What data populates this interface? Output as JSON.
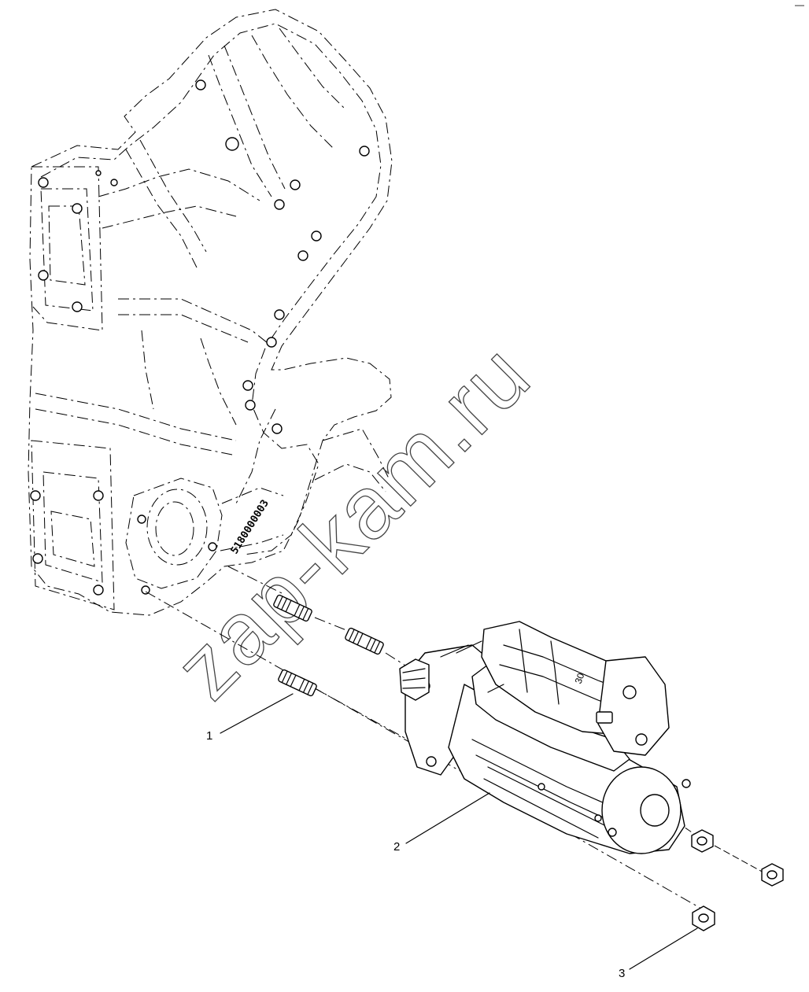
{
  "watermark": "zap-kam.ru",
  "housing_stamp": "5180000003",
  "starter_mark": "30",
  "corner_mark": "—",
  "callouts": [
    {
      "id": "callout-1",
      "label": "1"
    },
    {
      "id": "callout-2",
      "label": "2"
    },
    {
      "id": "callout-3",
      "label": "3"
    }
  ],
  "colors": {
    "line": "#000000",
    "background": "#ffffff",
    "watermark": "#444444"
  }
}
